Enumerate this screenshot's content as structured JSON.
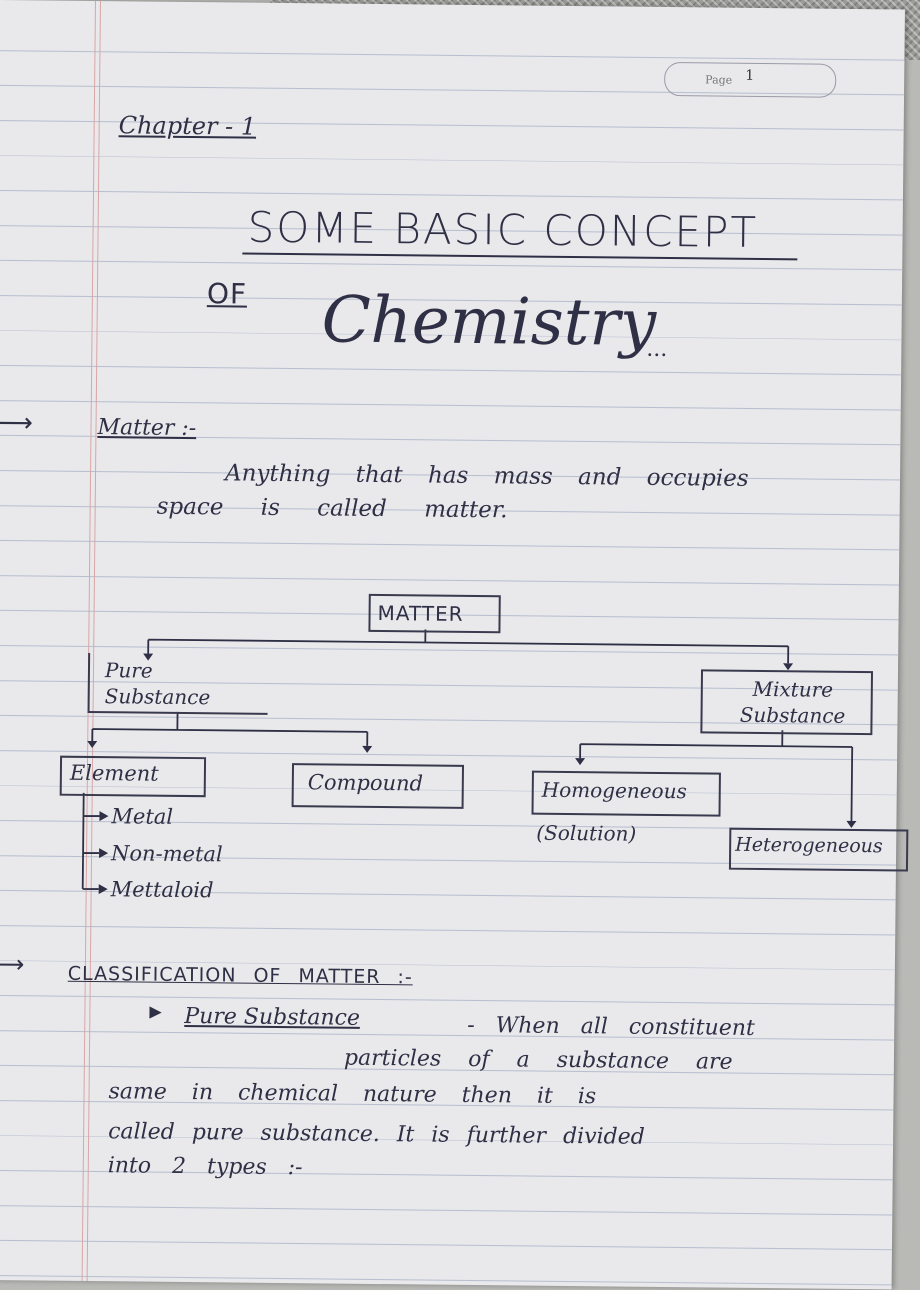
{
  "page_label": "Page",
  "page_number": "1",
  "chapter": "Chapter - 1",
  "title_line1": "SOME BASIC CONCEPT",
  "title_of": "OF",
  "title_line2": "Chemistry",
  "title_dots": "...",
  "matter_heading": "Matter :-",
  "matter_definition_line1": "Anything that has mass and occupies",
  "matter_definition_line2": "space is called matter.",
  "diagram": {
    "root": "MATTER",
    "pure": "Pure Substance",
    "mixture": "Mixture Substance",
    "element": "Element",
    "compound": "Compound",
    "homogeneous": "Homogeneous",
    "solution": "(Solution)",
    "heterogeneous": "Heterogeneous",
    "element_types": [
      "Metal",
      "Non-metal",
      "Mettaloid"
    ]
  },
  "classification_heading": "CLASSIFICATION OF MATTER :-",
  "pure_substance_label": "Pure Substance",
  "pure_substance_text": [
    "- When all constituent",
    "particles of a substance are",
    "same in chemical nature then it is",
    "called pure substance. It is further divided",
    "into 2 types :-"
  ],
  "colors": {
    "ink": "#2f2f45",
    "paper": "#e9e9ec",
    "rule": "#b8bfcf",
    "margin": "#d8a6a6"
  }
}
